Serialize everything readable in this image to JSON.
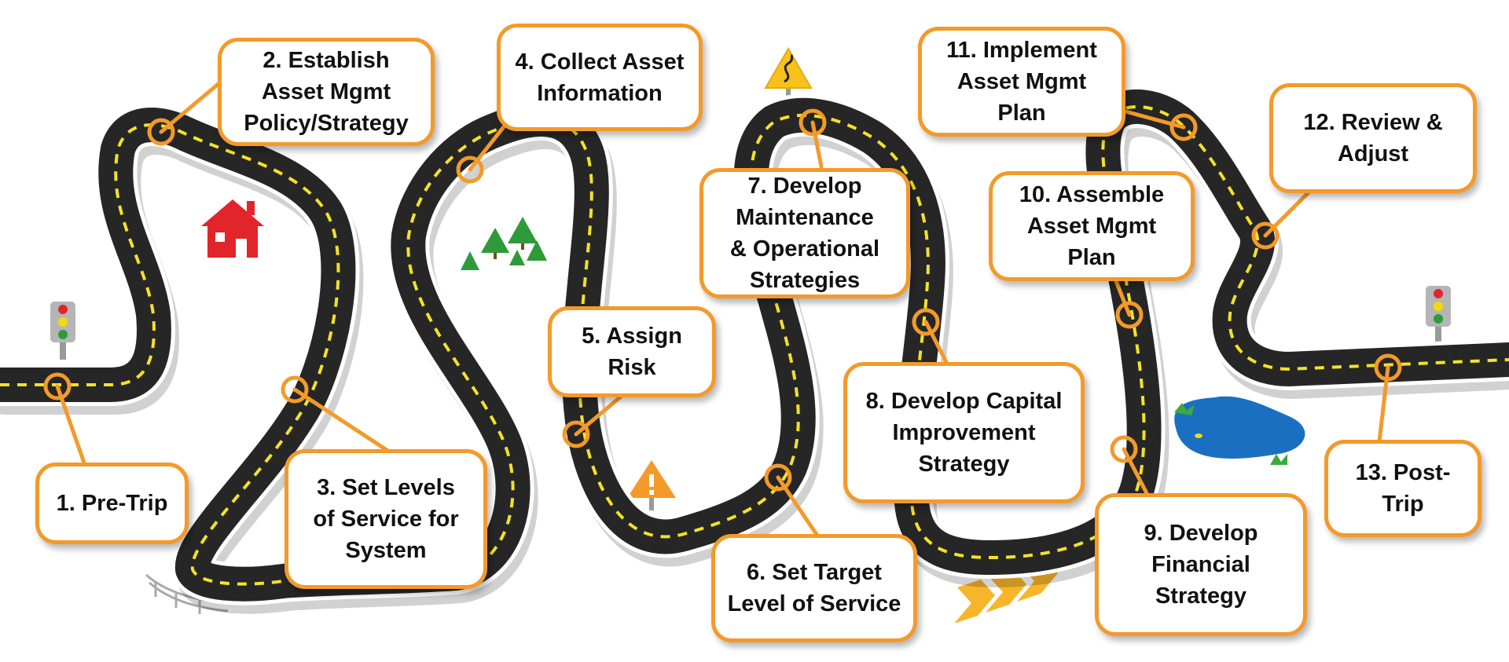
{
  "steps": [
    {
      "num": "1",
      "label": "1. Pre-Trip"
    },
    {
      "num": "2",
      "label": "2. Establish\nAsset Mgmt\nPolicy/Strategy"
    },
    {
      "num": "3",
      "label": "3. Set Levels\nof Service for\nSystem"
    },
    {
      "num": "4",
      "label": "4. Collect Asset\nInformation"
    },
    {
      "num": "5",
      "label": "5. Assign\nRisk"
    },
    {
      "num": "6",
      "label": "6. Set Target\nLevel of Service"
    },
    {
      "num": "7",
      "label": "7. Develop\nMaintenance\n& Operational\nStrategies"
    },
    {
      "num": "8",
      "label": "8. Develop Capital\nImprovement\nStrategy"
    },
    {
      "num": "9",
      "label": "9. Develop\nFinancial\nStrategy"
    },
    {
      "num": "10",
      "label": "10. Assemble\nAsset Mgmt\nPlan"
    },
    {
      "num": "11",
      "label": "11. Implement\nAsset Mgmt\nPlan"
    },
    {
      "num": "12",
      "label": "12. Review &\nAdjust"
    },
    {
      "num": "13",
      "label": "13. Post-\nTrip"
    }
  ],
  "colors": {
    "road": "#262626",
    "road_edge": "#ffffff",
    "lane_marking": "#f2e22a",
    "box_border": "#f39a2a",
    "connector": "#f39a2a",
    "house": "#e2242b",
    "trees": "#2f9a3a",
    "pond": "#1b6fc0",
    "sign": "#f7c21b"
  },
  "icons": [
    "traffic-light-icon",
    "house-icon",
    "trees-icon",
    "curve-warning-sign-icon",
    "warning-sign-icon",
    "pond-icon",
    "chevron-arrows-icon",
    "guardrail-icon"
  ]
}
